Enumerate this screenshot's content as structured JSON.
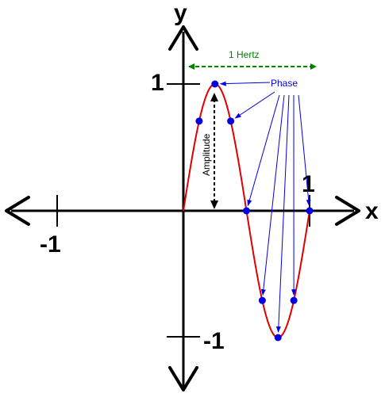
{
  "axes": {
    "x_label": "x",
    "y_label": "y",
    "tick_pos_x": "1",
    "tick_neg_x": "-1",
    "tick_pos_y": "1",
    "tick_neg_y": "-1"
  },
  "annotations": {
    "frequency": "1 Hertz",
    "phase": "Phase",
    "amplitude": "Amplitude"
  },
  "wave": {
    "function": "sine",
    "cycles": 1,
    "amplitude": 1,
    "points_x": [
      0.125,
      0.25,
      0.375,
      0.5,
      0.625,
      0.75,
      0.875,
      1.0
    ],
    "colors": {
      "curve": "#e00000",
      "points": "#0000e0",
      "frequency_arrow": "#008000",
      "phase_arrows": "#0000e0",
      "axes": "#000000"
    }
  }
}
